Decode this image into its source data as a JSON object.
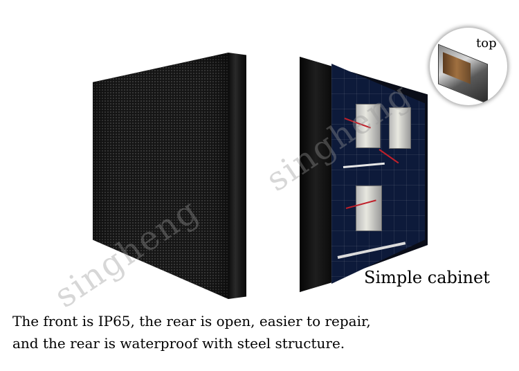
{
  "watermark": "singheng",
  "inset": {
    "label": "top"
  },
  "rear": {
    "caption": "Simple cabinet"
  },
  "description": {
    "line1": "The front is IP65, the rear is open, easier to repair,",
    "line2": "and the rear is waterproof with steel structure."
  }
}
